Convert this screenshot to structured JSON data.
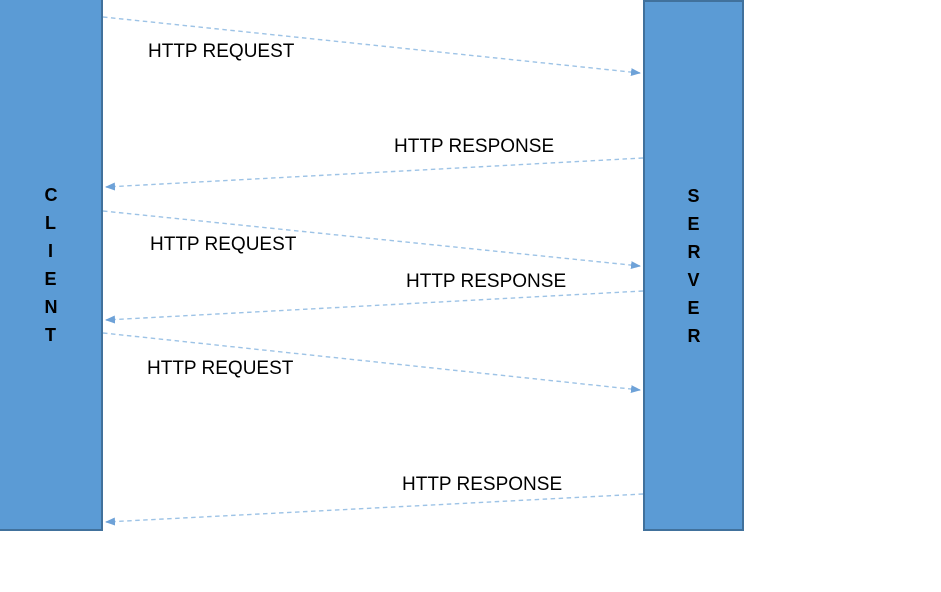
{
  "client": {
    "label": "CLIENT"
  },
  "server": {
    "label": "SERVER"
  },
  "messages": [
    {
      "label": "HTTP REQUEST",
      "from": "client",
      "to": "server"
    },
    {
      "label": "HTTP RESPONSE",
      "from": "server",
      "to": "client"
    },
    {
      "label": "HTTP REQUEST",
      "from": "client",
      "to": "server"
    },
    {
      "label": "HTTP RESPONSE",
      "from": "server",
      "to": "client"
    },
    {
      "label": "HTTP REQUEST",
      "from": "client",
      "to": "server"
    },
    {
      "label": "HTTP RESPONSE",
      "from": "server",
      "to": "client"
    }
  ],
  "colors": {
    "box_fill": "#5b9bd5",
    "box_border": "#41719c",
    "arrow_dash": "#9dc3e6",
    "arrowhead": "#6ea2d8",
    "text": "#000000",
    "background": "#ffffff"
  }
}
